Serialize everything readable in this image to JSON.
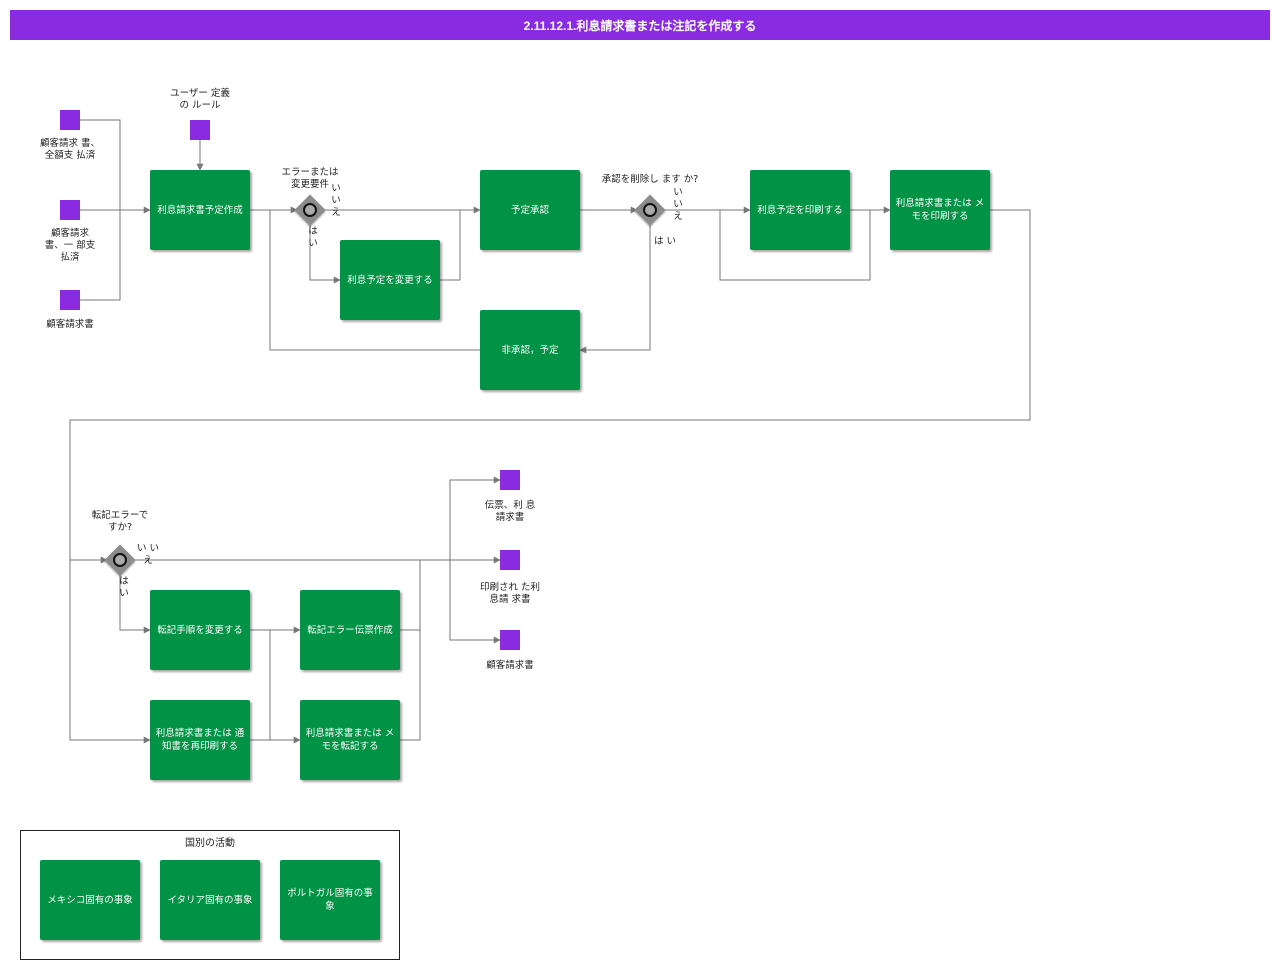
{
  "title": "2.11.12.1.利息請求書または注記を作成する",
  "tasks": {
    "create_schedule": "利息請求書予定作成",
    "change_schedule": "利息予定を変更する",
    "schedule_approval": "予定承認",
    "reject_schedule": "非承認，予定",
    "print_schedule": "利息予定を印刷する",
    "print_invoice_memo": "利息請求書または メモを印刷する",
    "change_posting": "転記手順を変更する",
    "posting_error_voucher": "転記エラー伝票作成",
    "reprint_notice": "利息請求書または 通知書を再印刷する",
    "post_invoice_memo": "利息請求書または メモを転記する"
  },
  "data_objects": {
    "user_rules": "ユーザー 定義\nの ルール",
    "paid_full": "顧客請求 書、\n全額支 払済",
    "paid_partial": "顧客請求\n書、一 部支\n払済",
    "customer_invoice_in": "顧客請求書",
    "voucher_interest": "伝票、利 息\n請求書",
    "printed_invoice": "印刷され た利\n息請 求書",
    "customer_invoice_out": "顧客請求書"
  },
  "gateways": {
    "error_change": "エラーまたは\n変更要件",
    "delete_approval": "承認を削除し ます か?",
    "posting_error": "転記エラーで\nすか?"
  },
  "edge_labels": {
    "no1": "い\nい\nえ",
    "yes1": "は\nい",
    "no2": "い\nい\nえ",
    "yes2": "は い",
    "no3": "い い\nえ",
    "yes3": "は\nい"
  },
  "region": {
    "title": "国別の活動",
    "items": [
      "メキシコ固有の事象",
      "イタリア固有の事象",
      "ポルトガル固有の事象"
    ]
  },
  "colors": {
    "header": "#8a2be2",
    "task": "#009245",
    "data_object": "#8a2be2",
    "gateway": "#8c8c8c",
    "connector": "#777777"
  }
}
